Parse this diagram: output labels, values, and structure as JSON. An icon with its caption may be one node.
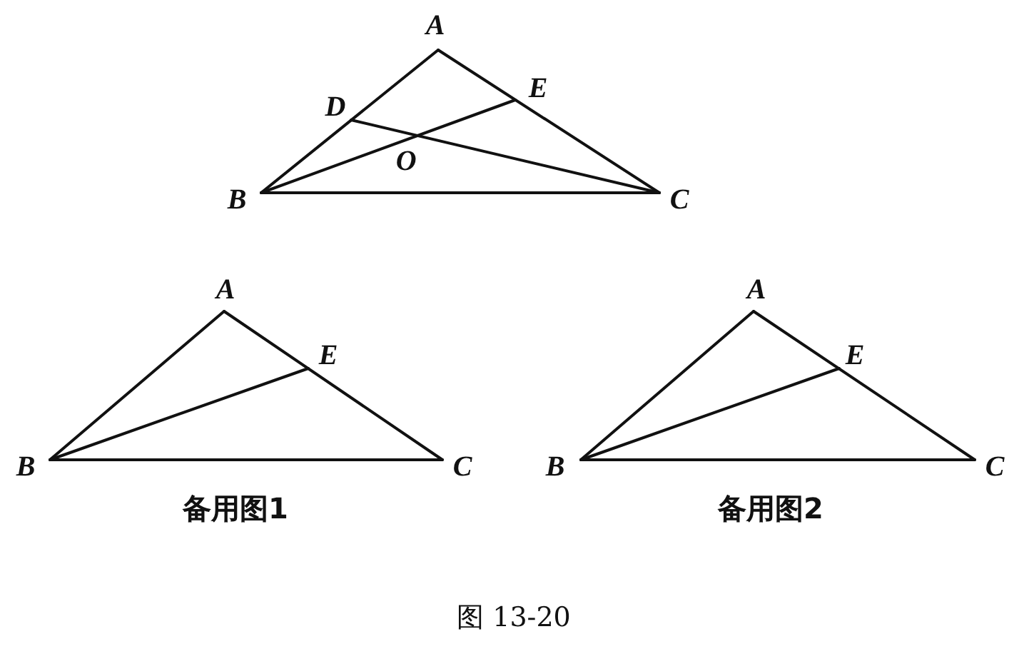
{
  "diagram": {
    "caption": "图 13-20",
    "labels": [
      "A",
      "D",
      "E",
      "O",
      "B",
      "C",
      "A",
      "E",
      "B",
      "C",
      "备用图1",
      "A",
      "E",
      "B",
      "C",
      "备用图2"
    ]
  }
}
